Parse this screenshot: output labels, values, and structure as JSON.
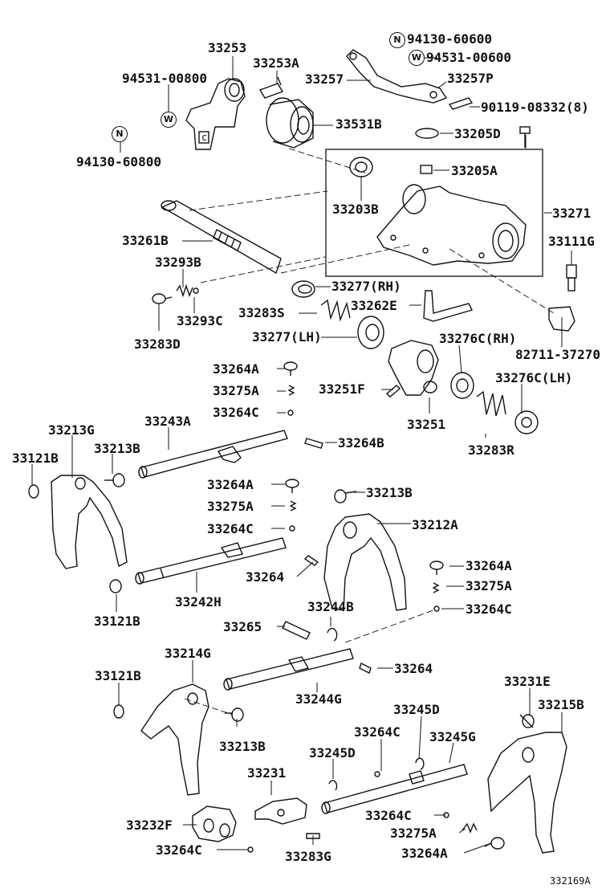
{
  "labels": {
    "l33253": "33253",
    "l33253A": "33253A",
    "l94531_08": "94531-00800",
    "l94130_08": "94130-60800",
    "l94130_06": "94130-60600",
    "l94531_06": "94531-00600",
    "l33257": "33257",
    "l33257P": "33257P",
    "l90119": "90119-08332(8)",
    "l33531B": "33531B",
    "l33205D": "33205D",
    "l33205A": "33205A",
    "l33203B": "33203B",
    "l33271": "33271",
    "l33261B": "33261B",
    "l33111G": "33111G",
    "l33293B": "33293B",
    "l33293C": "33293C",
    "l33283D": "33283D",
    "l33277RH": "33277(RH)",
    "l33283S": "33283S",
    "l33262E": "33262E",
    "l33277LH": "33277(LH)",
    "l82711": "82711-37270",
    "l33276CRH": "33276C(RH)",
    "l33276CLH": "33276C(LH)",
    "l33264A_1": "33264A",
    "l33275A_1": "33275A",
    "l33264C_1": "33264C",
    "l33251F": "33251F",
    "l33251": "33251",
    "l33243A": "33243A",
    "l33213G": "33213G",
    "l33213B_1": "33213B",
    "l33121B_1": "33121B",
    "l33264B": "33264B",
    "l33283R": "33283R",
    "l33264A_2": "33264A",
    "l33275A_2": "33275A",
    "l33264C_2": "33264C",
    "l33213B_2": "33213B",
    "l33212A": "33212A",
    "l33264_1": "33264",
    "l33242H": "33242H",
    "l33121B_2": "33121B",
    "l33264A_3": "33264A",
    "l33275A_3": "33275A",
    "l33264C_3": "33264C",
    "l33265": "33265",
    "l33244B": "33244B",
    "l33264_2": "33264",
    "l33214G": "33214G",
    "l33121B_3": "33121B",
    "l33244G": "33244G",
    "l33231E": "33231E",
    "l33215B": "33215B",
    "l33245D_1": "33245D",
    "l33264C_4": "33264C",
    "l33245G": "33245G",
    "l33213B_3": "33213B",
    "l33245D_2": "33245D",
    "l33231": "33231",
    "l33232F": "33232F",
    "l33264C_5": "33264C",
    "l33275A_4": "33275A",
    "l33264C_6": "33264C",
    "l33264A_4": "33264A",
    "l33283G": "33283G"
  },
  "symbols": {
    "n": "N",
    "w": "W",
    "c": "c"
  },
  "figure_number": "332169A"
}
